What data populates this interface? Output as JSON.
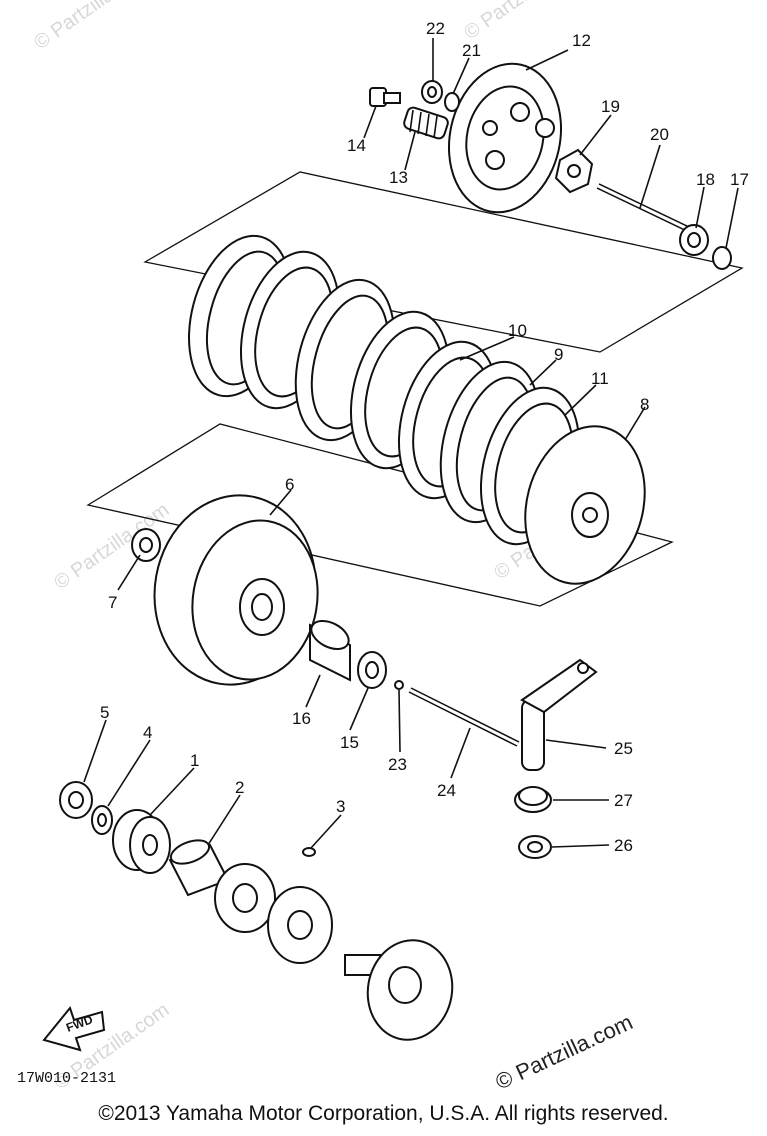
{
  "watermark": "© Partzilla.com",
  "watermark_footer": "© Partzilla.com",
  "diagram_code": "17W010-2131",
  "fwd_label": "FWD",
  "copyright": "©2013  Yamaha Motor Corporation, U.S.A. All rights reserved.",
  "callouts": {
    "c1": "1",
    "c2": "2",
    "c3": "3",
    "c4": "4",
    "c5": "5",
    "c6": "6",
    "c7": "7",
    "c8": "8",
    "c9": "9",
    "c10": "10",
    "c11": "11",
    "c12": "12",
    "c13": "13",
    "c14": "14",
    "c15": "15",
    "c16": "16",
    "c17": "17",
    "c18": "18",
    "c19": "19",
    "c20": "20",
    "c21": "21",
    "c22": "22",
    "c23": "23",
    "c24": "24",
    "c25": "25",
    "c26": "26",
    "c27": "27"
  }
}
